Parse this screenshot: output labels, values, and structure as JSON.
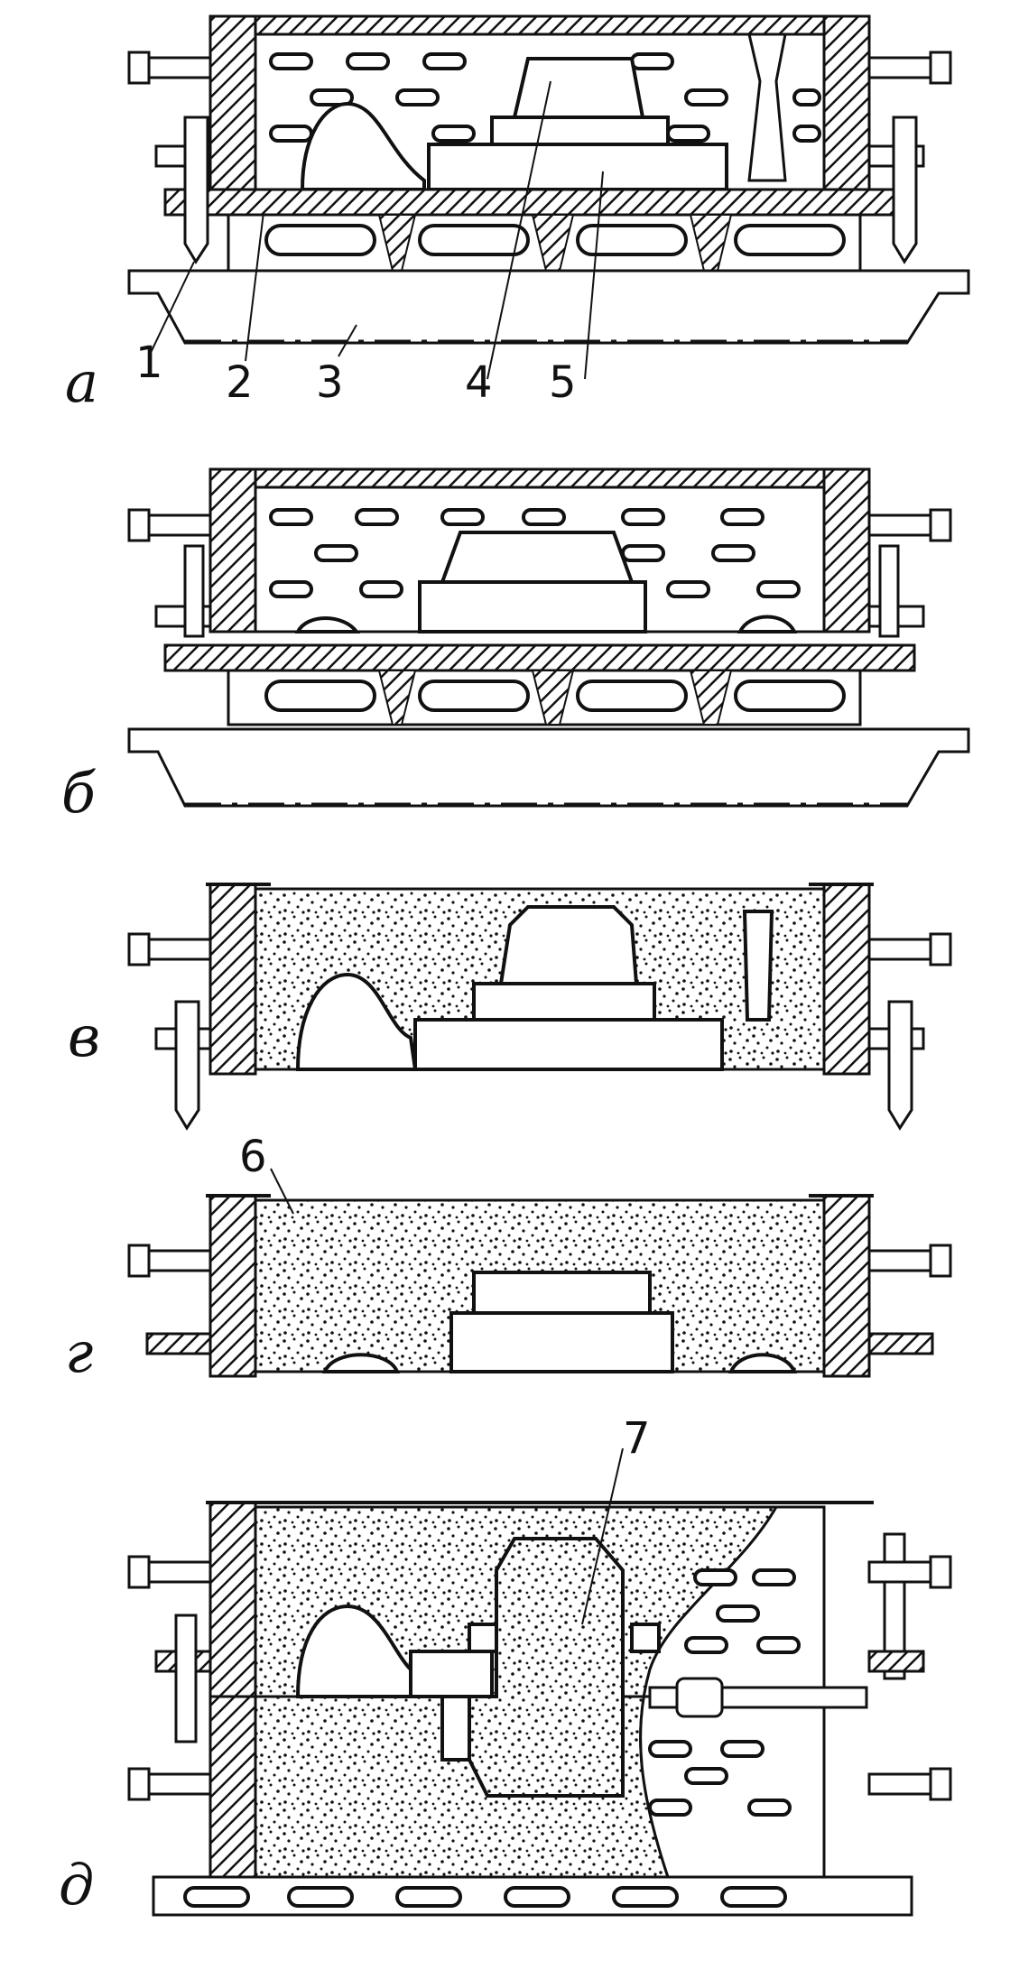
{
  "panels": [
    {
      "id": "a",
      "label": "а"
    },
    {
      "id": "b",
      "label": "б"
    },
    {
      "id": "v",
      "label": "в"
    },
    {
      "id": "g",
      "label": "г"
    },
    {
      "id": "d",
      "label": "д"
    }
  ],
  "callouts": [
    "1",
    "2",
    "3",
    "4",
    "5",
    "6",
    "7"
  ],
  "colors": {
    "ink": "#111111",
    "paper": "#ffffff"
  }
}
